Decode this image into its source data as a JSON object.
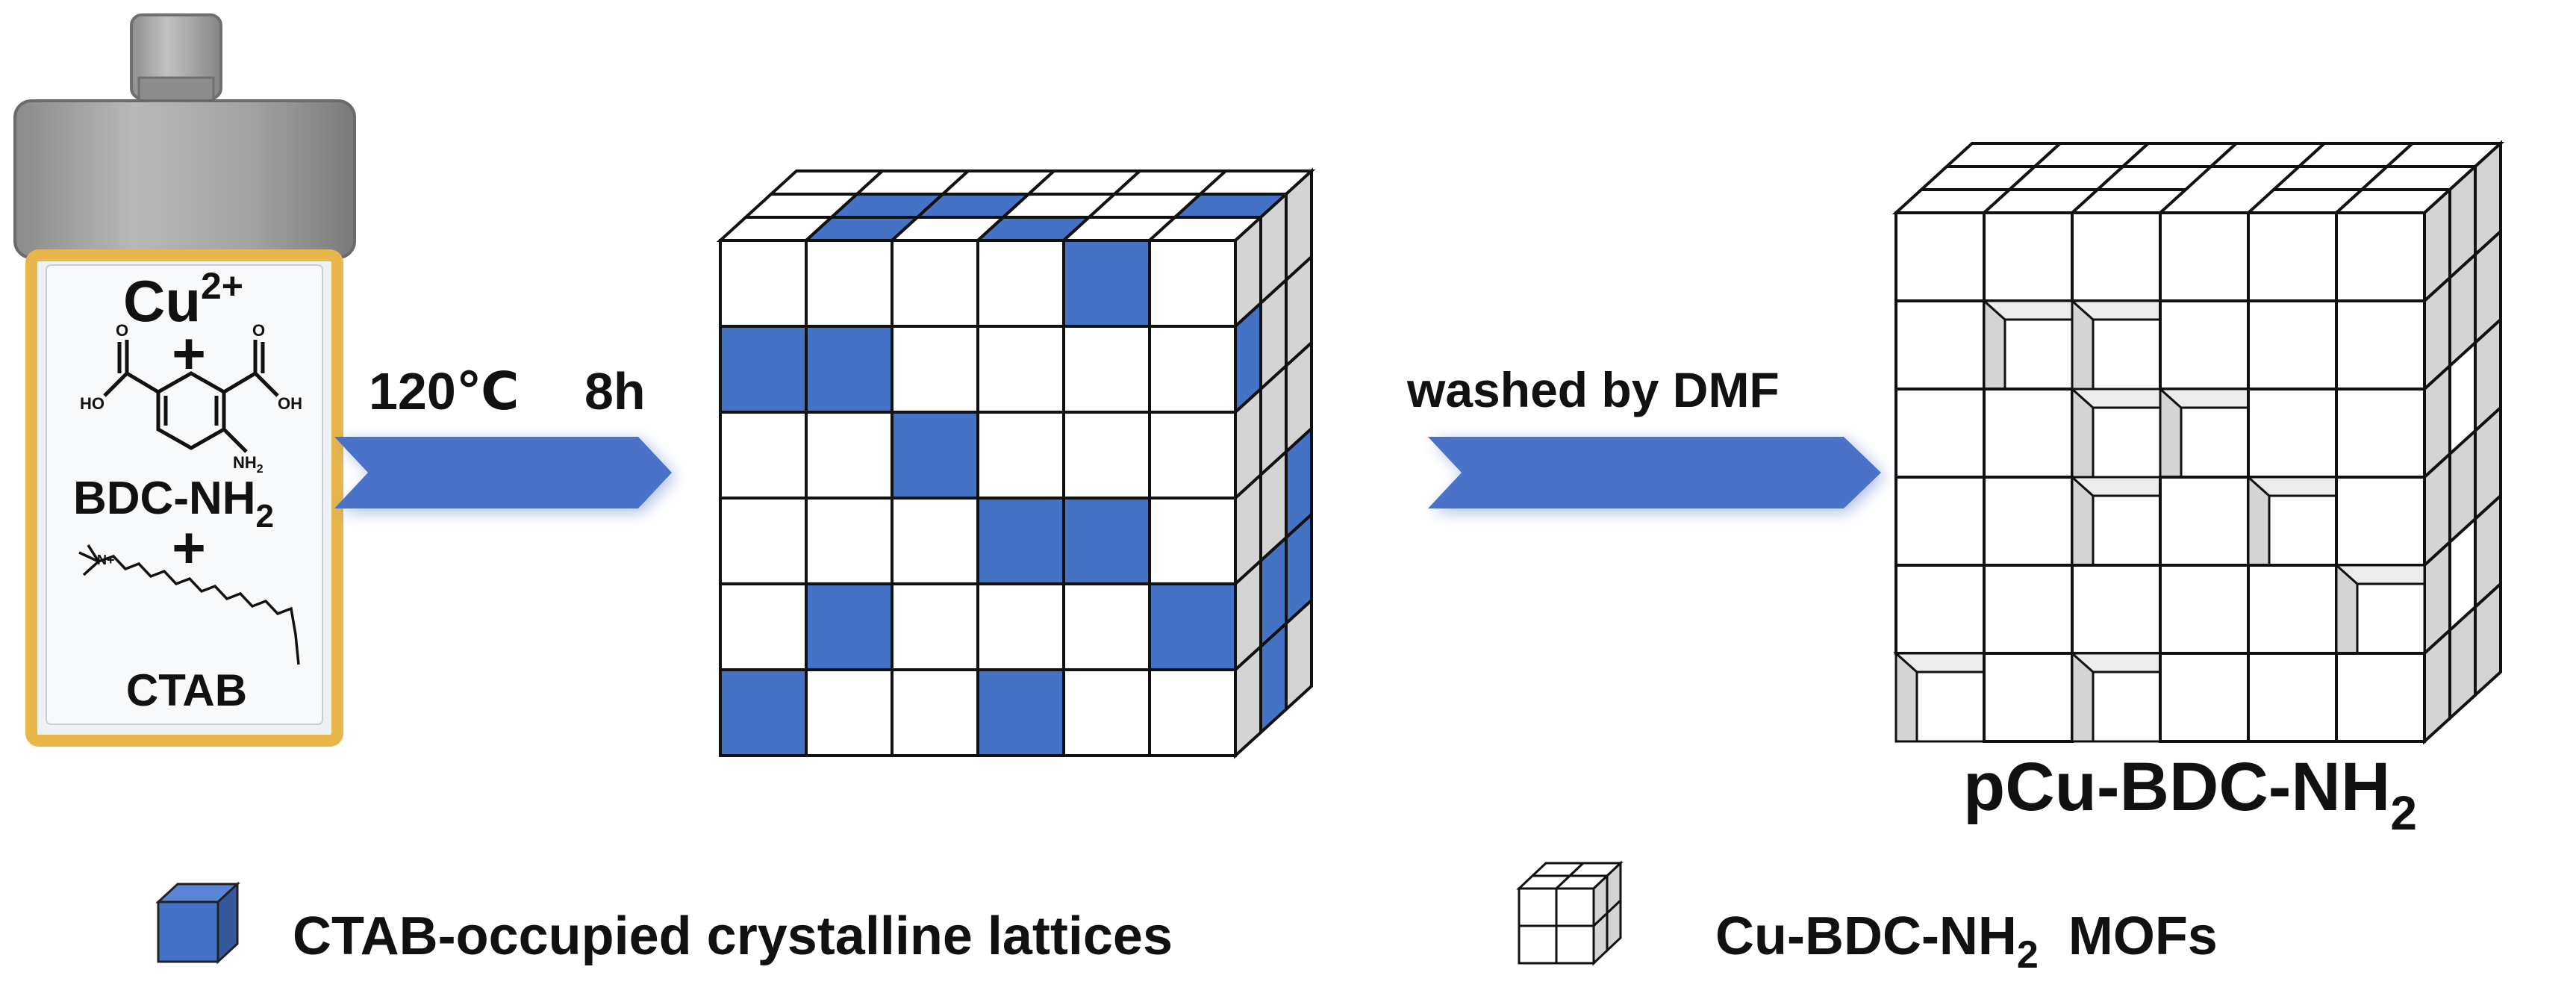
{
  "vial": {
    "metal_ion": "Cu",
    "metal_charge": "2+",
    "plus_sign": "+",
    "linker_label": "BDC-NH",
    "linker_subscript": "2",
    "linker_structure_labels": {
      "carboxyl_left": "HO",
      "carboxyl_right": "OH",
      "carbonyl_left": "O",
      "carbonyl_right": "O",
      "amine": "NH2",
      "amine_main": "NH",
      "amine_sub": "2"
    },
    "surfactant_label": "CTAB",
    "surfactant_head_label": "N+"
  },
  "step1": {
    "temperature": "120℃",
    "time": "8h"
  },
  "step2": {
    "label": "washed by DMF"
  },
  "product": {
    "label": "pCu-BDC-NH",
    "subscript": "2"
  },
  "legend": {
    "occupied_label": "CTAB-occupied crystalline lattices",
    "mof_label_main": "Cu-BDC-NH",
    "mof_label_sub": "2",
    "mof_label_tail": "MOFs"
  },
  "colors": {
    "blue": "#4472c4",
    "arrow_blue": "#4a72c9",
    "cap_gray": "#9a9a9a",
    "vial_border": "#e8b64a",
    "vial_fill": "#eef2f6",
    "side_gray": "#d4d4d4"
  }
}
